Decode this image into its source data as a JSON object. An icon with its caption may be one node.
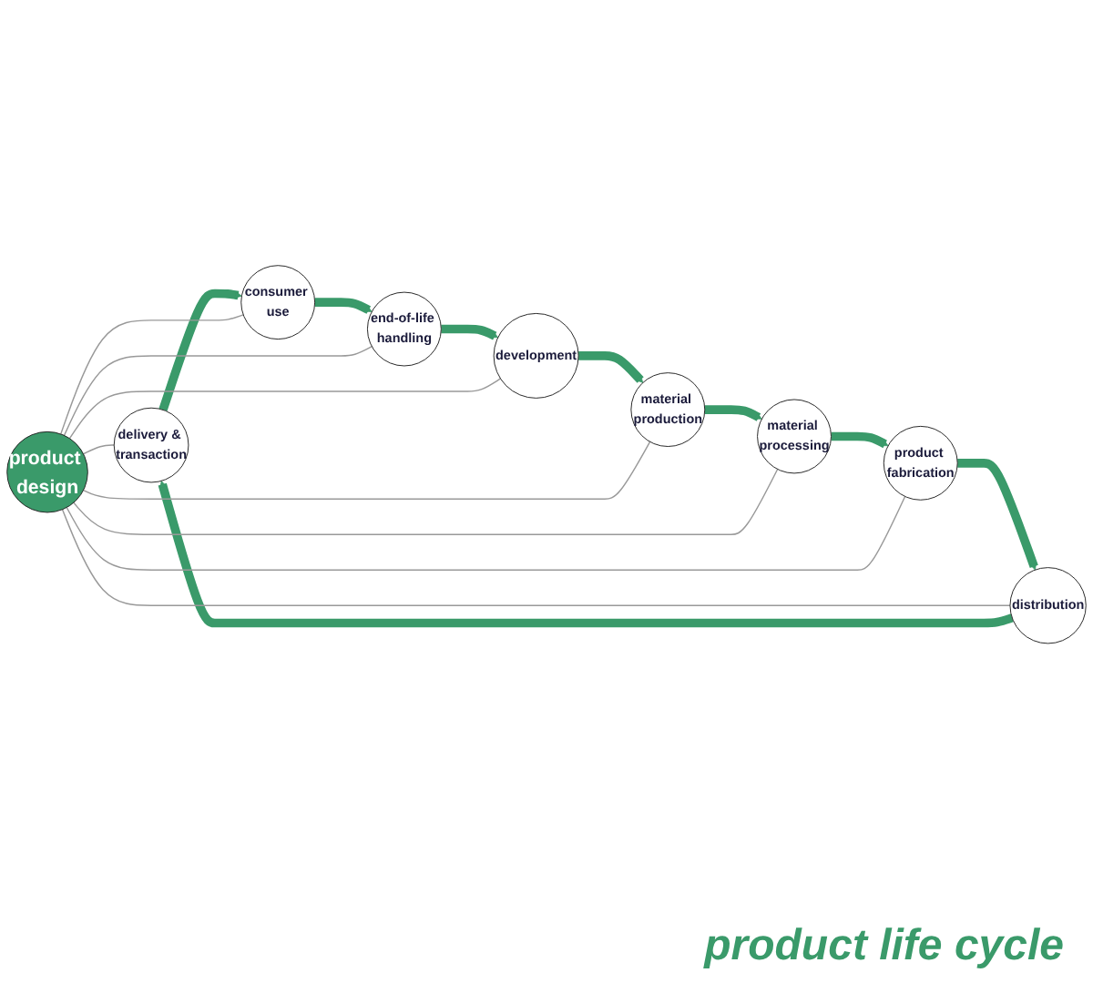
{
  "diagram": {
    "nodes": [
      {
        "text": [
          "delivery & transaction"
        ]
      },
      {
        "text": [
          "distribution"
        ]
      },
      {
        "text": [
          "consumer use"
        ]
      },
      {
        "text": [
          "product fabrication"
        ]
      },
      {
        "text": [
          "product design"
        ]
      },
      {
        "text": [
          "end-of-life handling"
        ]
      },
      {
        "text": [
          "material processing"
        ]
      },
      {
        "text": [
          "development"
        ]
      },
      {
        "text": [
          "material production"
        ]
      }
    ],
    "edges": [
      {
        "from": 7,
        "to": 8,
        "arrow": "to",
        "style": "thick",
        "color": "#3a9a6a"
      },
      {
        "from": 8,
        "to": 6,
        "arrow": "to",
        "style": "thick",
        "color": "#3a9a6a"
      },
      {
        "from": 6,
        "to": 3,
        "arrow": "to",
        "style": "thick",
        "color": "#3a9a6a"
      },
      {
        "from": 3,
        "to": 1,
        "arrow": "to",
        "style": "thick",
        "color": "#3a9a6a"
      },
      {
        "from": 1,
        "to": 0,
        "arrow": "to",
        "style": "thick",
        "color": "#3a9a6a"
      },
      {
        "from": 0,
        "to": 2,
        "arrow": "to",
        "style": "thick",
        "color": "#3a9a6a"
      },
      {
        "from": 2,
        "to": 5,
        "arrow": "to",
        "style": "thick",
        "color": "#3a9a6a"
      },
      {
        "from": 5,
        "to": 7,
        "arrow": "to",
        "style": "thick",
        "color": "#3a9a6a"
      },
      {
        "from": 4,
        "to": 0,
        "arrow": "none",
        "color": "#999999"
      },
      {
        "from": 4,
        "to": 1,
        "arrow": "none",
        "color": "#999999"
      },
      {
        "from": 4,
        "to": 2,
        "arrow": "none",
        "color": "#999999"
      },
      {
        "from": 4,
        "to": 3,
        "arrow": "none",
        "color": "#999999"
      },
      {
        "from": 4,
        "to": 5,
        "arrow": "none",
        "color": "#999999"
      },
      {
        "from": 4,
        "to": 6,
        "arrow": "none",
        "color": "#999999"
      },
      {
        "from": 4,
        "to": 7,
        "arrow": "none",
        "color": "#999999"
      },
      {
        "from": 4,
        "to": 8,
        "arrow": "none",
        "color": "#999999"
      }
    ],
    "labels": [
      "product life cycle"
    ]
  }
}
